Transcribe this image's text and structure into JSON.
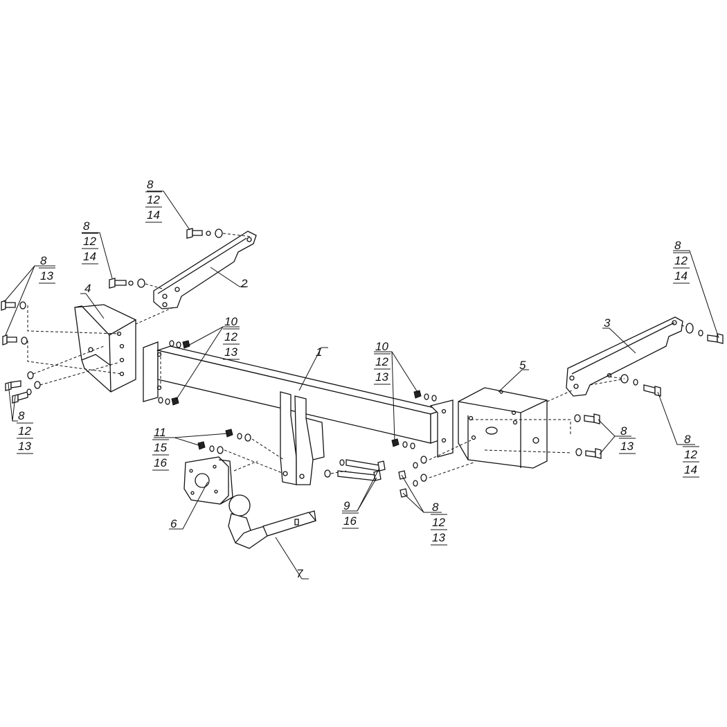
{
  "callouts": {
    "c1": [
      "1"
    ],
    "c2": [
      "2"
    ],
    "c3": [
      "3"
    ],
    "c4": [
      "4"
    ],
    "c5": [
      "5"
    ],
    "c6": [
      "6"
    ],
    "c7": [
      "7"
    ],
    "c_top_bolt": [
      "8",
      "12",
      "14"
    ],
    "c_bracket2_bolt": [
      "8",
      "12",
      "14"
    ],
    "c_left_top": [
      "8",
      "13"
    ],
    "c_left_bottom": [
      "8",
      "12",
      "13"
    ],
    "c_left_nuts": [
      "10",
      "12",
      "13"
    ],
    "c_mid_nuts": [
      "10",
      "12",
      "13"
    ],
    "c_nuts_11": [
      "11",
      "15",
      "16"
    ],
    "c_bolts_9": [
      "9",
      "16"
    ],
    "c_right_lower_bolts": [
      "8",
      "12",
      "13"
    ],
    "c_right_side": [
      "8",
      "13"
    ],
    "c_right_bolt": [
      "8",
      "12",
      "14"
    ],
    "c_far_right": [
      "8",
      "12",
      "14"
    ]
  }
}
